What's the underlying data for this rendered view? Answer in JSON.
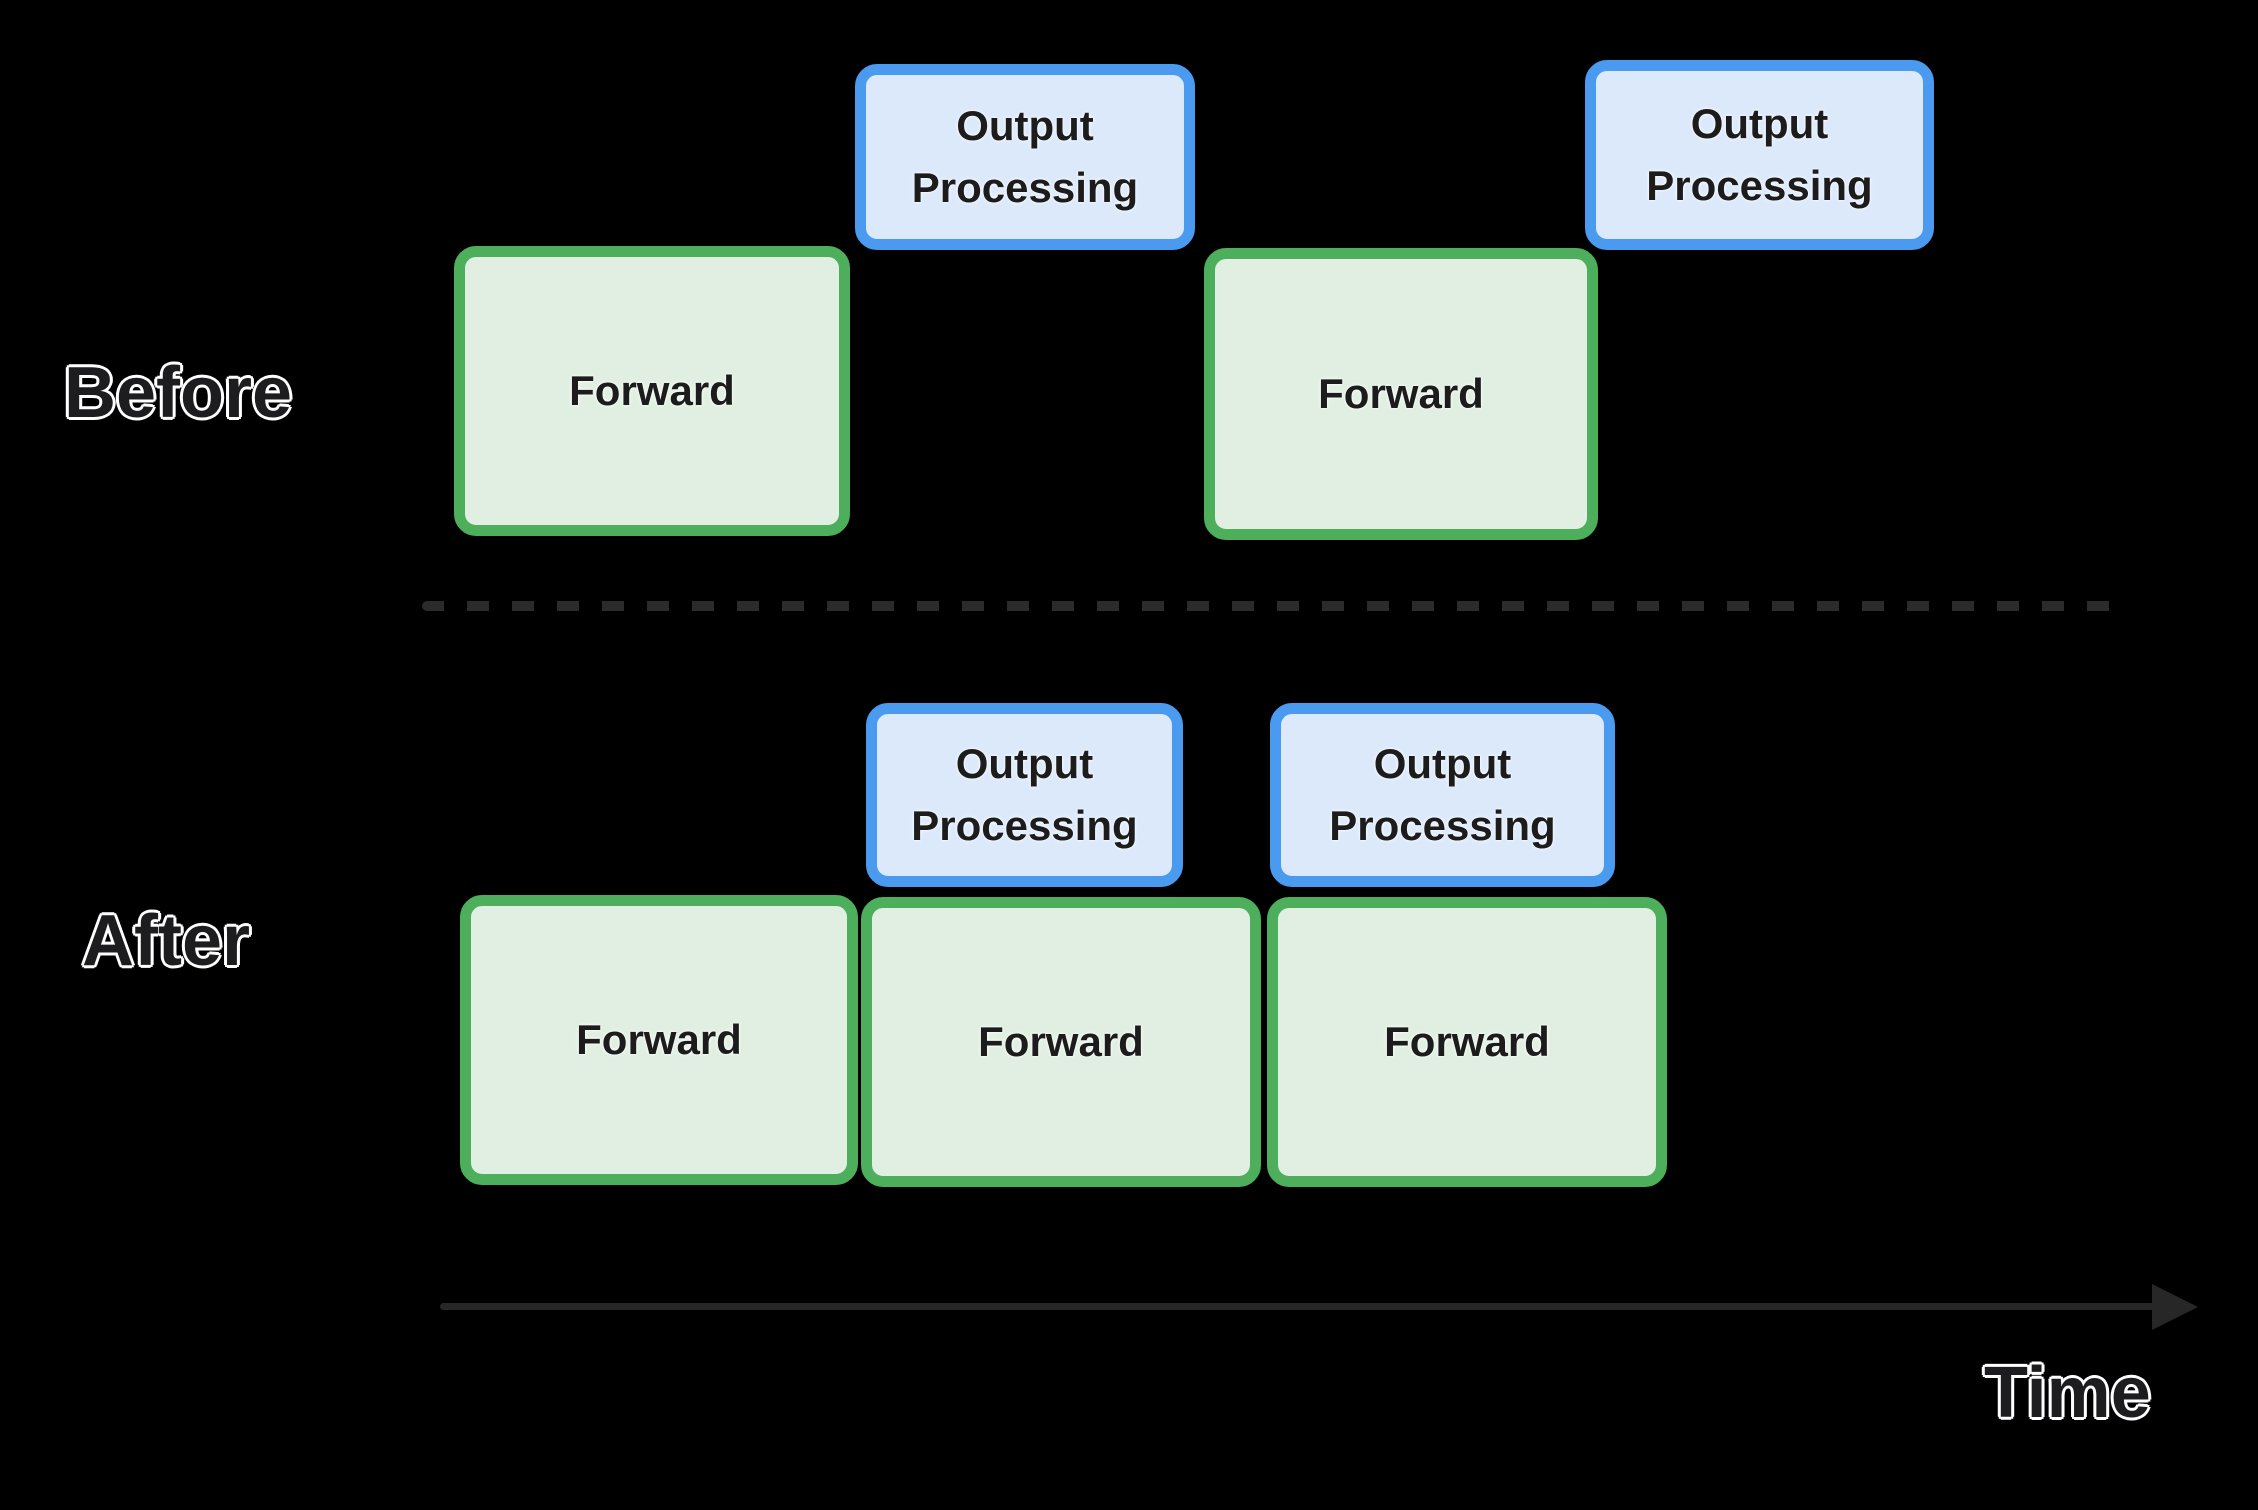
{
  "labels": {
    "before": "Before",
    "after": "After",
    "time": "Time"
  },
  "rows": {
    "before": {
      "forward_boxes": [
        {
          "label": "Forward"
        },
        {
          "label": "Forward"
        }
      ],
      "output_boxes": [
        {
          "label": "Output Processing"
        },
        {
          "label": "Output Processing"
        }
      ]
    },
    "after": {
      "forward_boxes": [
        {
          "label": "Forward"
        },
        {
          "label": "Forward"
        },
        {
          "label": "Forward"
        }
      ],
      "output_boxes": [
        {
          "label": "Output Processing"
        },
        {
          "label": "Output Processing"
        }
      ]
    }
  },
  "colors": {
    "background": "#000000",
    "forward_fill": "#e0efe2",
    "forward_border": "#4dae5c",
    "output_fill": "#dbe9fb",
    "output_border": "#4a9bf0",
    "box_text": "#1c1c1c",
    "label_text": "#1d1d1f",
    "label_outline": "#ffffff",
    "separator": "#2b2b2b",
    "axis_arrow": "#272727"
  }
}
